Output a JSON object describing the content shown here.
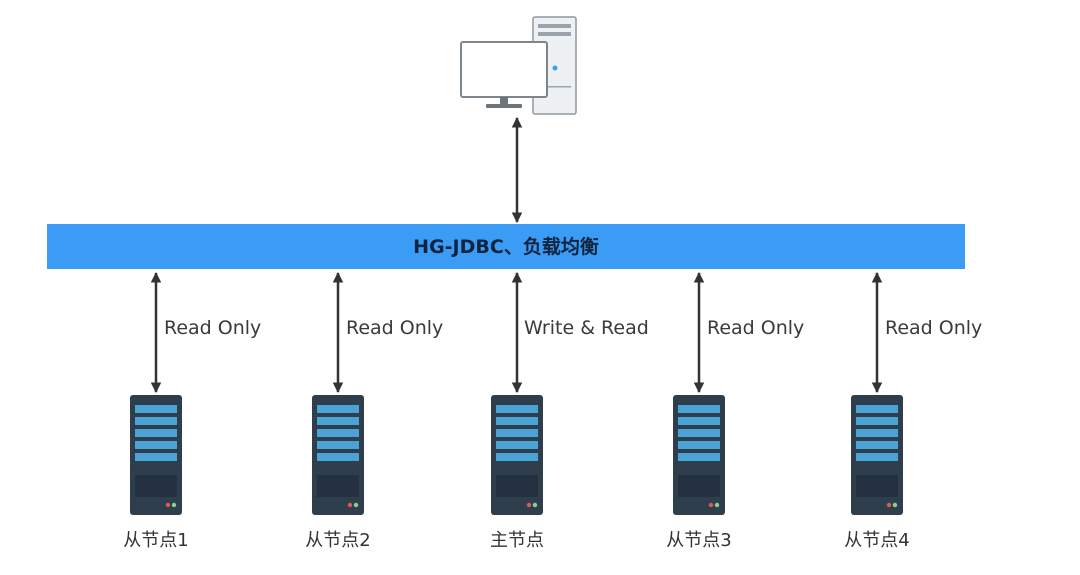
{
  "load_balancer": {
    "label": "HG-JDBC、负载均衡",
    "color": "#3b9cf5"
  },
  "client": {
    "icon": "desktop-computer-icon"
  },
  "nodes": [
    {
      "id": "slave1",
      "label": "从节点1",
      "connection": "Read Only",
      "icon": "server-icon"
    },
    {
      "id": "slave2",
      "label": "从节点2",
      "connection": "Read Only",
      "icon": "server-icon"
    },
    {
      "id": "master",
      "label": "主节点",
      "connection": "Write & Read",
      "icon": "server-icon"
    },
    {
      "id": "slave3",
      "label": "从节点3",
      "connection": "Read Only",
      "icon": "server-icon"
    },
    {
      "id": "slave4",
      "label": "从节点4",
      "connection": "Read Only",
      "icon": "server-icon"
    }
  ],
  "colors": {
    "arrow": "#333333",
    "server_body": "#2f3e4c",
    "server_panel": "#4aa3d4"
  }
}
